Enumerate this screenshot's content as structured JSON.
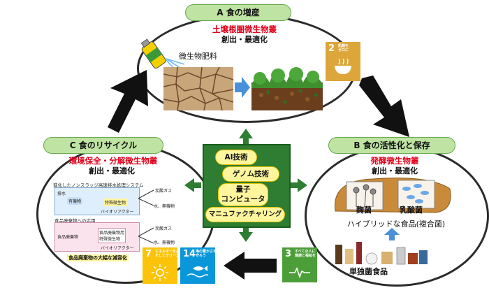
{
  "sections": {
    "a": {
      "header": "A 食の増産",
      "red_title": "土壌根圏微生物叢",
      "subtitle": "創出・最適化",
      "fertilizer_label": "微生物肥料"
    },
    "b": {
      "header": "B 食の活性化と保存",
      "red_title": "発酵微生物叢",
      "subtitle": "創出・最適化",
      "koji": "麹菌",
      "lactic": "乳酸菌",
      "hybrid": "ハイブリッドな食品(複合菌)",
      "single": "単独菌食品"
    },
    "c": {
      "header": "C 食のリサイクル",
      "red_title": "環境保全・分解微生物叢",
      "subtitle": "創出・最適化",
      "system_title": "進化したノンスラッジ高速排水処理システム",
      "waste_water": "排水",
      "organic": "有機物",
      "special_microbe": "特殊微生物",
      "bioreactor": "バイオリアクター",
      "carbon_gas": "炭酸ガス",
      "water_inorganic": "水、無機物",
      "food_waste_title": "食品廃棄物への応用",
      "food_waste": "食品廃棄物",
      "food_waste_special": "食品廃棄物用\n特殊微生物",
      "bioreactor2": "バイオリアクター",
      "carbon_gas2": "炭酸ガス",
      "water_inorganic2": "水、無機物",
      "reduction": "食品廃棄物の大幅な減容化"
    }
  },
  "center": {
    "items": [
      "AI技術",
      "ゲノム技術",
      "量子\nコンピュータ",
      "マニュファクチャリング"
    ]
  },
  "sdgs": [
    {
      "num": "2",
      "text": "飢餓を\nゼロに",
      "color": "#dda63a"
    },
    {
      "num": "3",
      "text": "すべての人に\n健康と福祉を",
      "color": "#4c9f38"
    },
    {
      "num": "7",
      "text": "エネルギーをみんなに\nそしてクリーンに",
      "color": "#fcc30b"
    },
    {
      "num": "14",
      "text": "海の豊かさを\n守ろう",
      "color": "#0a97d9"
    }
  ]
}
